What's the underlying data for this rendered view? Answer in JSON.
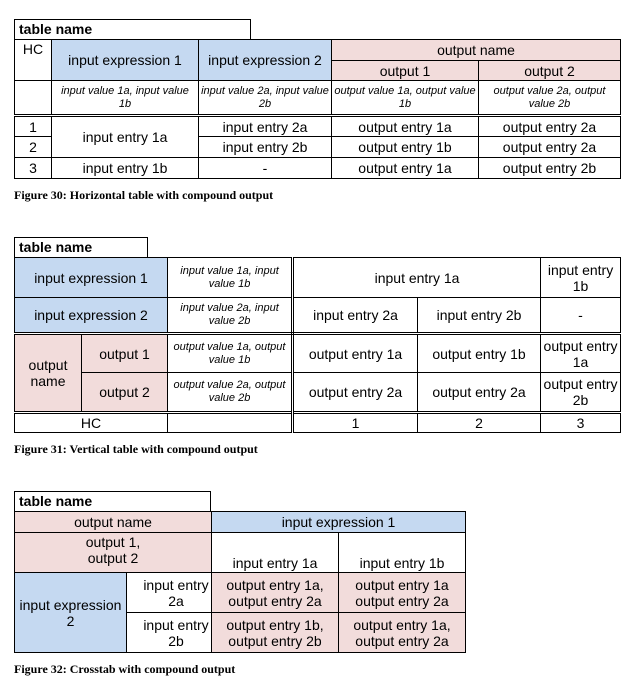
{
  "fig30": {
    "table_name": "table name",
    "hc": "HC",
    "input_expr_1": "input expression 1",
    "input_expr_2": "input expression 2",
    "output_name": "output name",
    "output_1": "output 1",
    "output_2": "output 2",
    "values": {
      "in1": "input value 1a, input value 1b",
      "in2": "input value 2a, input value 2b",
      "out1": "output value 1a, output value 1b",
      "out2": "output value 2a, output value 2b"
    },
    "rows": [
      {
        "n": "1",
        "e1": "input entry 1a",
        "e2": "input entry 2a",
        "o1": "output entry 1a",
        "o2": "output entry 2a"
      },
      {
        "n": "2",
        "e2": "input entry 2b",
        "o1": "output entry 1b",
        "o2": "output entry 2a"
      },
      {
        "n": "3",
        "e1": "input entry 1b",
        "e2": "-",
        "o1": "output entry 1a",
        "o2": "output entry 2b"
      }
    ],
    "caption": "Figure 30:  Horizontal table with compound output"
  },
  "fig31": {
    "table_name": "table name",
    "input_expr_1": "input expression 1",
    "input_expr_2": "input expression 2",
    "output_name": "output name",
    "output_1": "output 1",
    "output_2": "output 2",
    "in1_values": "input value 1a, input value 1b",
    "in2_values": "input value 2a, input value 2b",
    "out1_values": "output value 1a, output value 1b",
    "out2_values": "output value 2a, output value 2b",
    "entry_1a": "input entry 1a",
    "entry_1b": "input entry 1b",
    "entry_2a": "input entry 2a",
    "entry_2b": "input entry 2b",
    "dash": "-",
    "o1_c1": "output entry 1a",
    "o1_c2": "output entry 1b",
    "o1_c3": "output entry 1a",
    "o2_c1": "output entry 2a",
    "o2_c2": "output entry 2a",
    "o2_c3": "output entry 2b",
    "hc": "HC",
    "n1": "1",
    "n2": "2",
    "n3": "3",
    "caption": "Figure 31:  Vertical table with compound output"
  },
  "fig32": {
    "table_name": "table name",
    "output_name": "output name",
    "input_expr_1": "input expression 1",
    "outputs": "output 1, output 2",
    "entry_1a": "input entry 1a",
    "entry_1b": "input entry 1b",
    "input_expr_2": "input expression 2",
    "entry_2a": "input entry 2a",
    "entry_2b": "input entry 2b",
    "c_2a_1a": "output entry 1a, output entry 2a",
    "c_2a_1b": "output entry 1a output entry 2a",
    "c_2b_1a": "output entry 1b, output entry 2b",
    "c_2b_1b": "output entry 1a, output entry 2a",
    "caption": "Figure 32:  Crosstab with compound output"
  }
}
